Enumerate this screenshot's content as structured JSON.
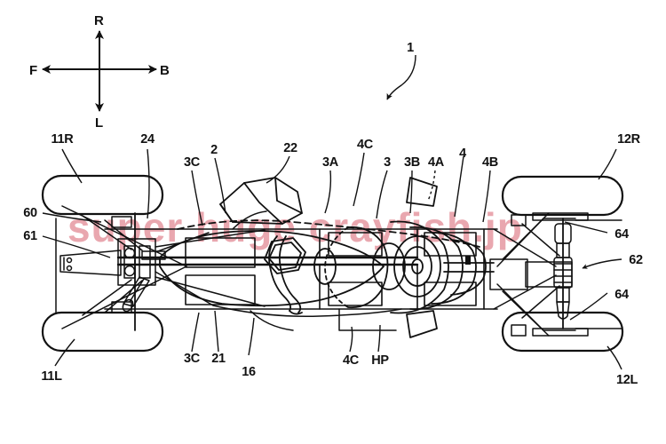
{
  "figure": {
    "title": "Vehicle chassis top view patent drawing",
    "figure_number": "1",
    "background_color": "#ffffff",
    "line_color": "#111111"
  },
  "watermark": {
    "text": "super huge crayfish.jp",
    "color": "#e8a3ab"
  },
  "compass": {
    "up": "R",
    "down": "L",
    "left": "F",
    "right": "B"
  },
  "callouts": [
    {
      "id": "c1",
      "text": "1"
    },
    {
      "id": "c11R",
      "text": "11R"
    },
    {
      "id": "c24",
      "text": "24"
    },
    {
      "id": "c3C_t",
      "text": "3C"
    },
    {
      "id": "c2",
      "text": "2"
    },
    {
      "id": "c22",
      "text": "22"
    },
    {
      "id": "c3A",
      "text": "3A"
    },
    {
      "id": "c4C_t",
      "text": "4C"
    },
    {
      "id": "c3",
      "text": "3"
    },
    {
      "id": "c3B",
      "text": "3B"
    },
    {
      "id": "c4A",
      "text": "4A"
    },
    {
      "id": "c4",
      "text": "4"
    },
    {
      "id": "c4B",
      "text": "4B"
    },
    {
      "id": "c12R",
      "text": "12R"
    },
    {
      "id": "c60",
      "text": "60"
    },
    {
      "id": "c61",
      "text": "61"
    },
    {
      "id": "c64_t",
      "text": "64"
    },
    {
      "id": "c62",
      "text": "62"
    },
    {
      "id": "c64_b",
      "text": "64"
    },
    {
      "id": "c11L",
      "text": "11L"
    },
    {
      "id": "c3C_b",
      "text": "3C"
    },
    {
      "id": "c21",
      "text": "21"
    },
    {
      "id": "c16",
      "text": "16"
    },
    {
      "id": "c4C_b",
      "text": "4C"
    },
    {
      "id": "cHP",
      "text": "HP"
    },
    {
      "id": "c12L",
      "text": "12L"
    }
  ]
}
